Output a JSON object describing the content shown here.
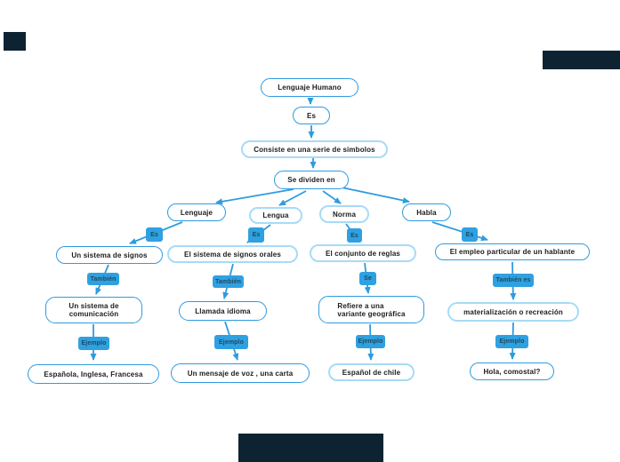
{
  "diagram_title": "Lenguaje Humano concept map",
  "colors": {
    "background": "#ffffff",
    "node_fill": "#ffffff",
    "node_border_medium": "#2f9be0",
    "node_border_light": "#a7dbf7",
    "node_text": "#1b1b1b",
    "connector": "#2e9be0",
    "tag_fill": "#2fa0e0",
    "tag_text": "#1d4a63",
    "dark_patch": "#0d2332"
  },
  "nodes": {
    "root": {
      "label": "Lenguaje Humano"
    },
    "es": {
      "label": "Es"
    },
    "consiste": {
      "label": "Consiste en una serie de simbolos"
    },
    "dividen": {
      "label": "Se dividen en"
    },
    "lenguaje": {
      "label": "Lenguaje"
    },
    "lengua": {
      "label": "Lengua"
    },
    "norma": {
      "label": "Norma"
    },
    "habla": {
      "label": "Habla"
    },
    "signos": {
      "label": "Un sistema de signos"
    },
    "orales": {
      "label": "El sistema de signos orales"
    },
    "reglas": {
      "label": "El conjunto de reglas"
    },
    "empleo": {
      "label": "El empleo particular de un hablante"
    },
    "comunicacion": {
      "line1": "Un sistema de",
      "line2": "comunicación"
    },
    "idioma": {
      "label": "Llamada idioma"
    },
    "refiere": {
      "line1": "Refiere a una",
      "line2": "variante geográfica"
    },
    "materializacion": {
      "label": "materialización o recreación"
    },
    "espanola": {
      "label": "Española, Inglesa, Francesa"
    },
    "mensaje": {
      "label": "Un mensaje de voz , una carta"
    },
    "chile": {
      "label": "Español de chile"
    },
    "hola": {
      "label": "Hola, comostal?"
    }
  },
  "connector_labels": {
    "es": "Es",
    "tambien": "También",
    "se": "Se",
    "tambien_es": "También es",
    "ejemplo": "Ejemplo"
  }
}
